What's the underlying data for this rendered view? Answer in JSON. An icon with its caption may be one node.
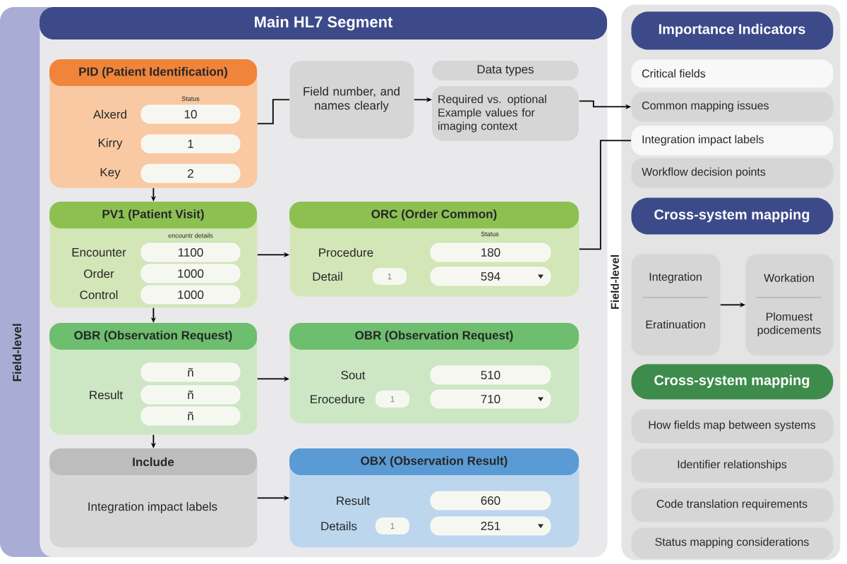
{
  "diagram": {
    "nodes": [
      {
        "text": [
          "Main HL7 Segment"
        ]
      },
      {
        "text": [
          "PID (Patient Identification)",
          "Status",
          "Alxerd",
          "10",
          "Kirry",
          "1",
          "Key",
          "2"
        ],
        "in": 0
      },
      {
        "text": [
          "Field number, and names clearly"
        ],
        "in": 0
      },
      {
        "text": [
          "Data types",
          "Required vs. optional Example values for imaging context"
        ],
        "in": 0
      },
      {
        "text": [
          "PV1 (Patient Visit)",
          "encountr details",
          "Encounter",
          "1100",
          "Order",
          "1000",
          "Control",
          "1000"
        ],
        "in": 0
      },
      {
        "text": [
          "ORC (Order Common)",
          "Status",
          "Procedure",
          "180",
          "Detail",
          "1",
          "594"
        ],
        "in": 0
      },
      {
        "text": [
          "OBR (Observation Request)",
          "Result",
          "ñ",
          "ñ",
          "ñ"
        ],
        "in": 0
      },
      {
        "text": [
          "OBR (Observation Request)",
          "Sout",
          "510",
          "Erocedure",
          "1",
          "710"
        ],
        "in": 0
      },
      {
        "text": [
          "Include",
          "Integration impact labels"
        ],
        "in": 0
      },
      {
        "text": [
          "OBX (Observation Result)",
          "Result",
          "660",
          "Details",
          "1",
          "251"
        ],
        "in": 0
      },
      {
        "text": [],
        "shape": "box"
      },
      {
        "text": [
          "Importance Indicators"
        ],
        "in": 10
      },
      {
        "text": [
          "Critical fields"
        ],
        "in": 10
      },
      {
        "text": [
          "Common mapping issues"
        ],
        "in": 10
      },
      {
        "text": [
          "Integration impact labels"
        ],
        "in": 10
      },
      {
        "text": [
          "Workflow decision points"
        ],
        "in": 10
      },
      {
        "text": [
          "Cross-system mapping"
        ],
        "in": 10
      },
      {
        "text": [
          "Integration",
          "Eratinuation"
        ],
        "in": 10
      },
      {
        "text": [
          "Workation",
          "Plomuest podicements"
        ],
        "in": 10
      },
      {
        "text": [
          "Cross-system mapping"
        ],
        "in": 10
      },
      {
        "text": [
          "How fields map between systems"
        ],
        "in": 10
      },
      {
        "text": [
          "Identifier relationships"
        ],
        "in": 10
      },
      {
        "text": [
          "Code translation requirements"
        ],
        "in": 10
      },
      {
        "text": [
          "Status mapping considerations"
        ],
        "in": 10
      }
    ],
    "edges": [
      {
        "from": 1,
        "to": 4,
        "arrow": "to"
      },
      {
        "from": 4,
        "to": 6,
        "arrow": "to"
      },
      {
        "from": 6,
        "to": 8,
        "arrow": "to"
      },
      {
        "from": 1,
        "to": 2,
        "arrow": "none"
      },
      {
        "from": 2,
        "to": 3,
        "arrow": "to"
      },
      {
        "from": 3,
        "to": 13,
        "arrow": "to"
      },
      {
        "from": 4,
        "to": 5,
        "arrow": "to"
      },
      {
        "from": 5,
        "to": 14,
        "arrow": "none"
      },
      {
        "from": 6,
        "to": 7,
        "arrow": "to"
      },
      {
        "from": 8,
        "to": 9,
        "arrow": "to"
      },
      {
        "from": 17,
        "to": 18,
        "arrow": "to"
      }
    ],
    "labels": [
      "Field-level",
      "Field-level"
    ]
  }
}
